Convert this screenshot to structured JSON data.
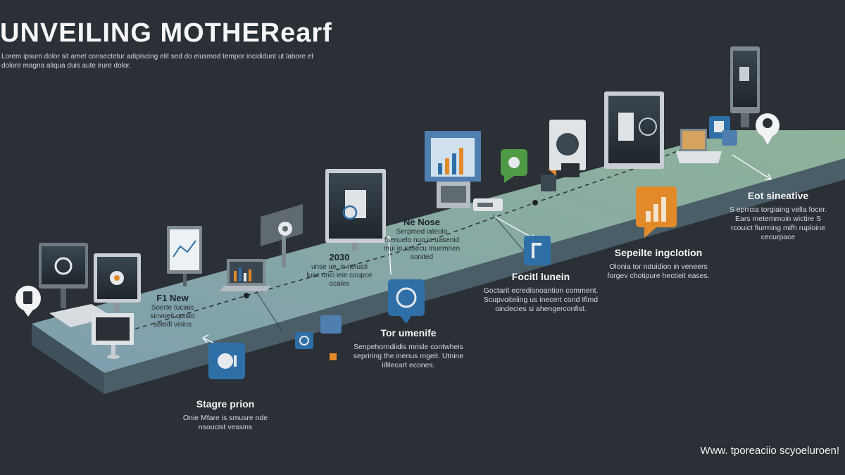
{
  "title": "UNVEILING MOTHERearf",
  "subtitle": "Lorem ipsum dolor sit amet consectetur adipiscing elit sed do eiusmod tempor incididunt ut labore et dolore magna aliqua duis aute irure dolor.",
  "stages": [
    {
      "heading": "Stagre prion",
      "desc": "Onie Mfare is smusre nde nsoucist vessins"
    },
    {
      "heading": "Tor umenife",
      "desc": "Senpehorndiidis mrisle contwheis sepriring the inenus mgeit. Utnine iifilecart econes."
    },
    {
      "heading": "Focitl lunein",
      "desc": "Goctarit ecredisnoantion comment. Scupvoiteiing us inecert cond Ifimd oindecies si ahengerconfist."
    },
    {
      "heading": "Sepeilte ingclotion",
      "desc": "Olonia tor nduidion in veneers forgev chotipure hectieit eases."
    },
    {
      "heading": "Eot sineative",
      "desc": "S eprrcia torgiaing vella focer. Ears metemmoin wictire S rcouict fiurming mifh ruploine cecurpace"
    }
  ],
  "plank_labels": [
    {
      "heading": "F1 New",
      "desc": "Soerte tuciais sinvoeit quisto semifi visins"
    },
    {
      "heading": "2030",
      "desc": "unse ue, is nelusti luse unci ieie coupce ocales"
    },
    {
      "heading": "Ne Nose",
      "desc": "Serpmed iateolo foenuelo nuo ia uasenid mui io sasecu Inuemnen sonited"
    }
  ],
  "footer": "Www. tporeaciio scyoeluroen!",
  "colors": {
    "background": "#2b3036",
    "plank_top_start": "#7f9eaf",
    "plank_top_end": "#8fb39a",
    "plank_side": "#4a5e68",
    "accent_blue": "#2f6fa8",
    "accent_orange": "#e28a2a",
    "accent_green": "#4f9a45"
  },
  "icons": [
    "location-pin-icon",
    "monitor-icon",
    "monitor-icon",
    "desk-icon",
    "chat-bubble-icon",
    "settings-icon",
    "laptop-icon",
    "monitor-icon",
    "chat-bubble-icon",
    "dashboard-icon",
    "chat-bubble-icon",
    "server-icon",
    "chat-bubble-icon",
    "monitor-icon",
    "chart-icon",
    "laptop-icon",
    "kiosk-icon",
    "location-pin-icon"
  ]
}
